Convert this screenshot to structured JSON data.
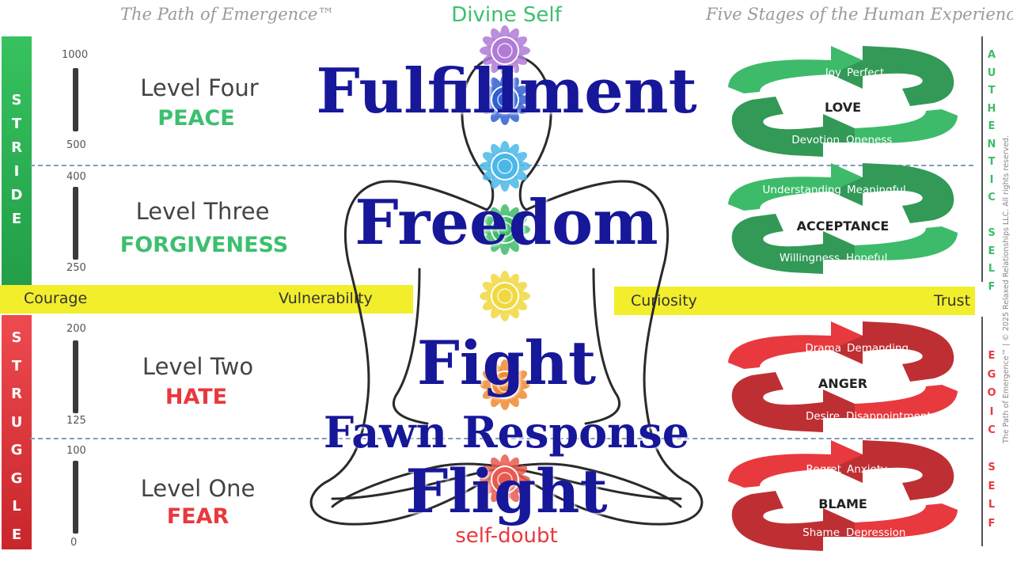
{
  "header": {
    "left_title": "The Path of Emergence™",
    "top_center": "Divine Self",
    "right_title": "Five Stages of the Human Experience",
    "bottom_center": "self-doubt"
  },
  "left_bars": {
    "top_word": "STRIDE",
    "bottom_word": "STRUGGLE",
    "top_color": "#2fb553",
    "bottom_color": "#e0393e"
  },
  "scale_ticks": {
    "l4": [
      "1000",
      "500"
    ],
    "l3": [
      "400",
      "250"
    ],
    "l2": [
      "200",
      "125"
    ],
    "l1": [
      "100",
      "0"
    ]
  },
  "levels": [
    {
      "name": "Level Four",
      "sub": "PEACE",
      "color": "#3dbf6e"
    },
    {
      "name": "Level Three",
      "sub": "FORGIVENESS",
      "color": "#3dbf6e"
    },
    {
      "name": "Level Two",
      "sub": "HATE",
      "color": "#e8393e"
    },
    {
      "name": "Level One",
      "sub": "FEAR",
      "color": "#e8393e"
    }
  ],
  "band": {
    "left_a": "Courage",
    "left_b": "Vulnerability",
    "right_a": "Curiosity",
    "right_b": "Trust",
    "color": "#f2ee2c"
  },
  "center_overlay": [
    "Fulfillment",
    "Freedom",
    "Fight",
    "Fawn Response",
    "Flight"
  ],
  "cycles": [
    {
      "center": "LOVE",
      "tl": "Joy",
      "tr": "Perfect",
      "bl": "Devotion",
      "br": "Oneness",
      "color": "#3dbb6a"
    },
    {
      "center": "ACCEPTANCE",
      "tl": "Understanding",
      "tr": "Meaningful",
      "bl": "Willingness",
      "br": "Hopeful",
      "color": "#3dbb6a"
    },
    {
      "center": "ANGER",
      "tl": "Drama",
      "tr": "Demanding",
      "bl": "Desire",
      "br": "Disappointment",
      "color": "#e8393e"
    },
    {
      "center": "BLAME",
      "tl": "Regret",
      "tr": "Anxiety",
      "bl": "Shame",
      "br": "Depression",
      "color": "#e8393e"
    }
  ],
  "right_side": {
    "top_word": "AUTHENTIC SELF",
    "bottom_word": "EGOIC SELF",
    "copyright": "The Path of Emergence™ | © 2025 Relaxed Relationships LLC. All rights reserved."
  },
  "chakras": [
    {
      "name": "crown-chakra-icon",
      "color": "#b07ad6"
    },
    {
      "name": "third-eye-chakra-icon",
      "color": "#2f5fd0"
    },
    {
      "name": "throat-chakra-icon",
      "color": "#4ab7e8"
    },
    {
      "name": "heart-chakra-icon",
      "color": "#3dbb6a"
    },
    {
      "name": "solar-plexus-chakra-icon",
      "color": "#f0d840"
    },
    {
      "name": "sacral-chakra-icon",
      "color": "#f08a30"
    },
    {
      "name": "root-chakra-icon",
      "color": "#e85a50"
    }
  ]
}
